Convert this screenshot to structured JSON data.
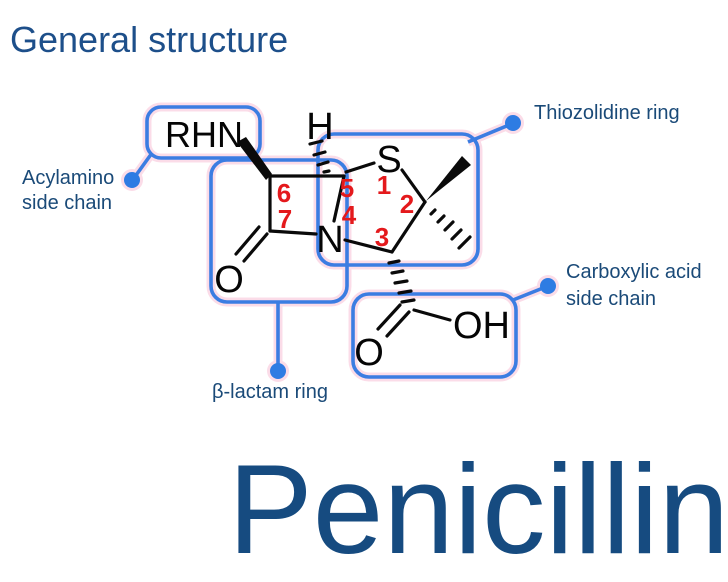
{
  "slide": {
    "title": "General structure",
    "big_title": "Penicillin"
  },
  "annotations": {
    "acylamino": {
      "line1": "Acylamino",
      "line2": "side chain"
    },
    "thiozolidine": {
      "text": "Thiozolidine ring"
    },
    "carboxylic": {
      "line1": "Carboxylic acid",
      "line2": "side chain"
    },
    "beta_lactam": {
      "text": "β-lactam ring"
    }
  },
  "molecule": {
    "substituent": "RHN",
    "hydrogen": "H",
    "sulfur": "S",
    "nitrogen": "N",
    "lactam_oxygen": "O",
    "acid_oxygen": "O",
    "hydroxyl": "OH",
    "ring_positions": {
      "p1": "1",
      "p2": "2",
      "p3": "3",
      "p4": "4",
      "p5": "5",
      "p6": "6",
      "p7": "7"
    }
  },
  "colors": {
    "heading_blue": "#1d4f8a",
    "label_navy": "#1a4a78",
    "callout_blue": "#3b7de2",
    "dot_blue": "#2e7ce3",
    "number_red": "#e4191c",
    "bond_black": "#0a0a0a",
    "halo_pink": "#fbdce8"
  }
}
